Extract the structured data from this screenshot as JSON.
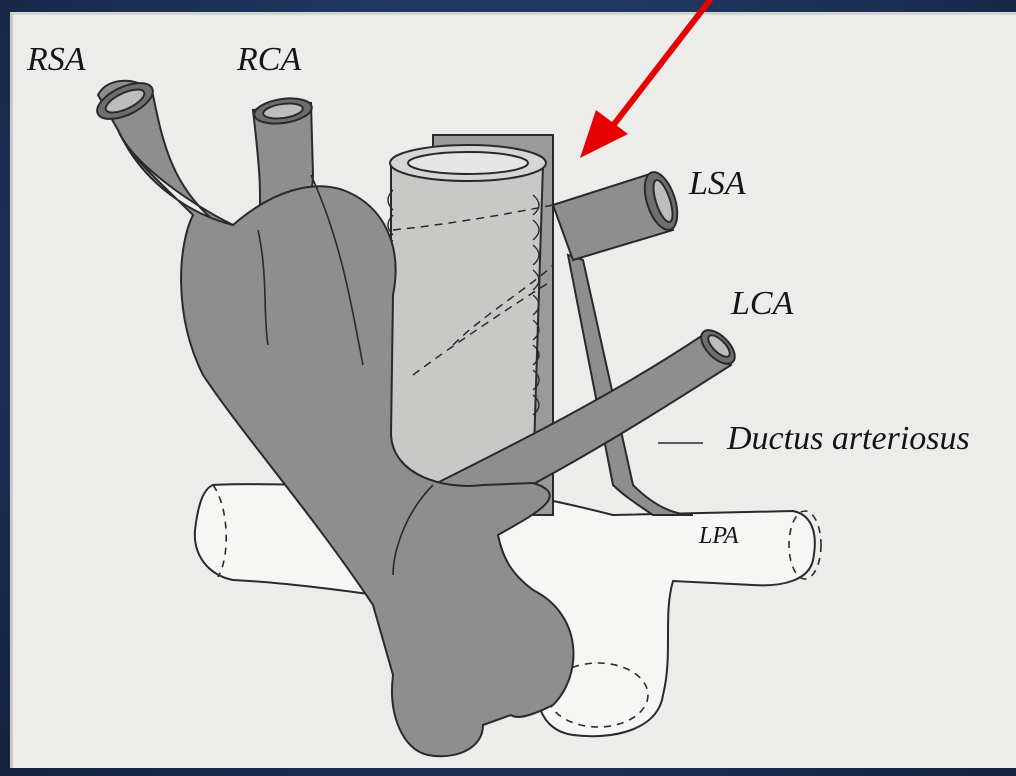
{
  "diagram": {
    "labels": {
      "rsa": "RSA",
      "rca": "RCA",
      "lsa": "LSA",
      "lca": "LCA",
      "ductus": "Ductus arteriosus",
      "lpa": "LPA"
    }
  },
  "colors": {
    "background_frame": "#1d3259",
    "paper": "#ececea",
    "vessel_dark": "#8e8e8e",
    "trachea_light": "#c8c8c6",
    "pulmonary_outline": "#f4f4f2",
    "arrow": "#e60000"
  },
  "annotation": {
    "arrow_icon": "red-arrow-pointing-down-left"
  }
}
